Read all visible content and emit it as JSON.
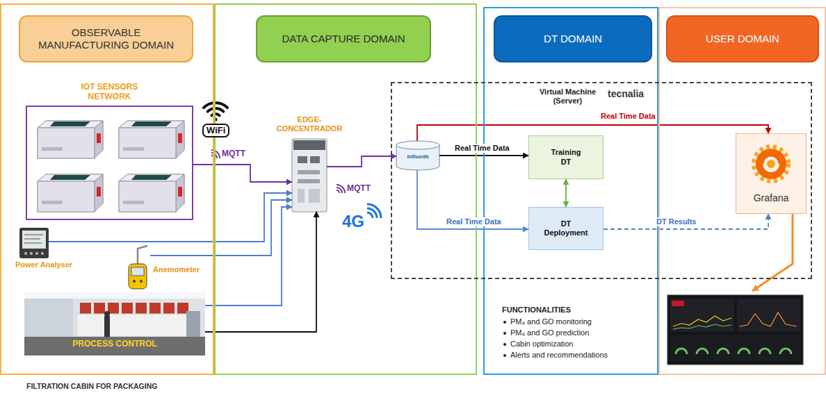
{
  "diagram": {
    "caption": "FILTRATION CABIN FOR PACKAGING",
    "nodes": [
      {
        "text": [
          "OBSERVABLE MANUFACTURING DOMAIN"
        ]
      },
      {
        "text": [
          "DATA CAPTURE DOMAIN"
        ]
      },
      {
        "text": [
          "DT DOMAIN"
        ]
      },
      {
        "text": [
          "USER DOMAIN"
        ]
      },
      {
        "text": [
          "IOT SENSORS NETWORK"
        ],
        "in": 0
      },
      {
        "text": [
          "Power Analyser"
        ],
        "in": 0
      },
      {
        "text": [
          "Anemometer"
        ],
        "in": 0
      },
      {
        "text": [
          "PROCESS CONTROL"
        ],
        "in": 0
      },
      {
        "text": [
          "EDGE-CONCENTRADOR"
        ],
        "in": 1
      },
      {
        "text": [
          "Virtual Machine (Server)"
        ]
      },
      {
        "text": [
          "influxdb"
        ],
        "in": 9
      },
      {
        "text": [
          "Training DT"
        ],
        "in": 9
      },
      {
        "text": [
          "DT Deployment"
        ],
        "in": 9
      },
      {
        "text": [
          "Grafana"
        ],
        "in": 9
      }
    ],
    "edges": [
      {
        "from": 4,
        "to": 8,
        "arrow": "to"
      },
      {
        "from": 5,
        "to": 8,
        "arrow": "to"
      },
      {
        "from": 6,
        "to": 8,
        "arrow": "to"
      },
      {
        "from": 7,
        "to": 8,
        "arrow": "to"
      },
      {
        "from": 7,
        "to": 8,
        "arrow": "to"
      },
      {
        "from": 8,
        "to": 10,
        "arrow": "to"
      },
      {
        "from": 10,
        "to": 11,
        "label": "Real Time Data",
        "arrow": "to"
      },
      {
        "from": 10,
        "to": 12,
        "label": "Real Time Data",
        "arrow": "to"
      },
      {
        "from": 10,
        "to": 13,
        "label": "Real Time Data",
        "arrow": "to"
      },
      {
        "from": 11,
        "to": 12,
        "arrow": "both"
      },
      {
        "from": 12,
        "to": 13,
        "label": "DT Results",
        "arrow": "to"
      }
    ],
    "labels": [
      "WiFi",
      "MQTT",
      "MQTT",
      "4G",
      "tecnalia",
      "FUNCTIONALITIES",
      "PM₄ and GO monitoring",
      "PM₄ and GO prediction",
      "Cabin optimization",
      "Alerts and recommendations"
    ]
  }
}
